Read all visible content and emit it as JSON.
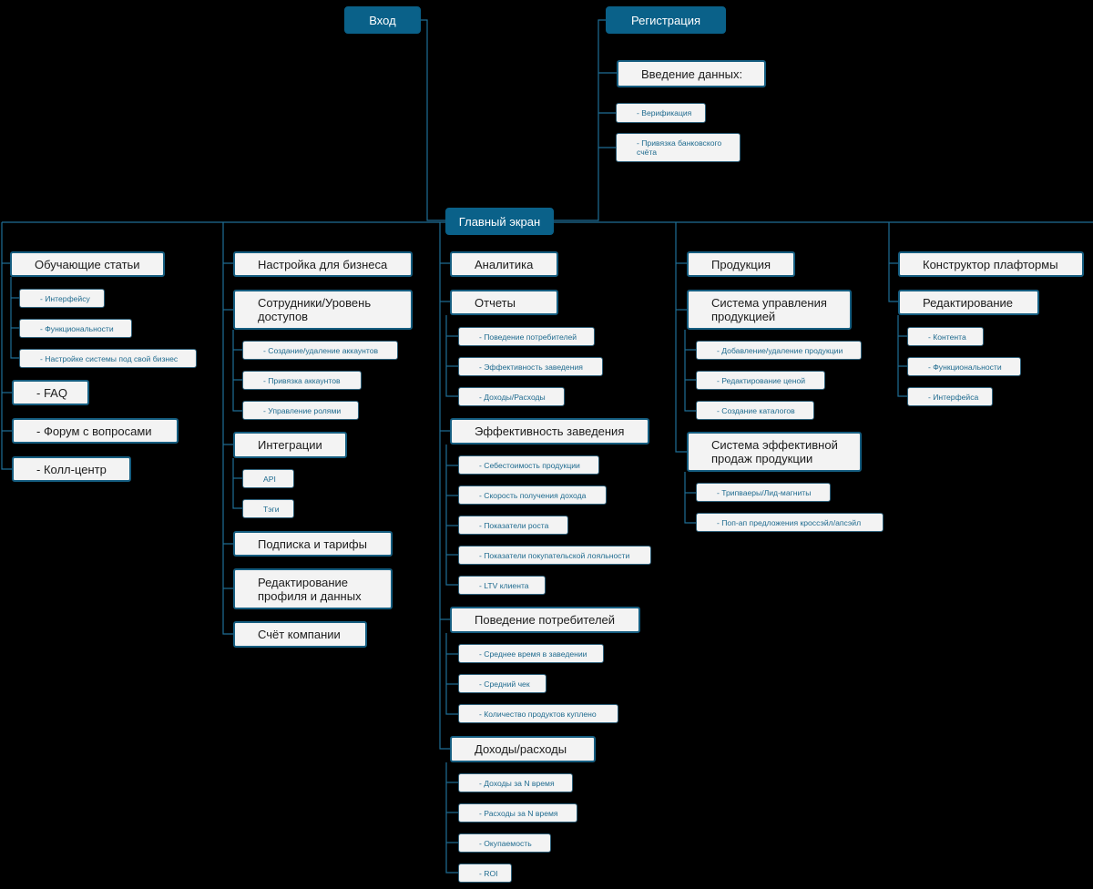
{
  "top": {
    "login": "Вход",
    "register": "Регистрация",
    "main": "Главный экран"
  },
  "registration": {
    "title": "Введение данных:",
    "items": [
      "- Верификация",
      "- Привязка банковского счёта"
    ]
  },
  "columns": {
    "learning": {
      "title": "Обучающие статьи",
      "items": [
        "- Интерфейсу",
        "- Функциональности",
        "- Настройке системы под свой бизнес"
      ],
      "faq": "- FAQ",
      "forum": "- Форум с вопросами",
      "callcenter": "- Колл-центр"
    },
    "business": {
      "title": "Настройка для бизнеса",
      "staff": "Сотрудники/Уровень доступов",
      "staff_items": [
        "- Создание/удаление аккаунтов",
        "- Привязка аккаунтов",
        "- Управление ролями"
      ],
      "integrations": "Интеграции",
      "integration_items": [
        "API",
        "Тэги"
      ],
      "subscription": "Подписка и тарифы",
      "profile": "Редактирование профиля и данных",
      "account": "Счёт компании"
    },
    "analytics": {
      "title": "Аналитика",
      "reports": "Отчеты",
      "report_items": [
        "- Поведение потребителей",
        "- Эффективность заведения",
        "- Доходы/Расходы"
      ],
      "efficiency": "Эффективность заведения",
      "efficiency_items": [
        "- Себестоимость продукции",
        "- Скорость получения дохода",
        "- Показатели роста",
        "- Показатели покупательской лояльности",
        "- LTV клиента"
      ],
      "behavior": "Поведение потребителей",
      "behavior_items": [
        "- Среднее время в заведении",
        "- Средний чек",
        "- Количество продуктов куплено"
      ],
      "income": "Доходы/расходы",
      "income_items": [
        "- Доходы за N время",
        "- Расходы за N время",
        "- Окупаемость",
        "- ROI"
      ]
    },
    "products": {
      "title": "Продукция",
      "management": "Система управления продукцией",
      "management_items": [
        "- Добавление/удаление продукции",
        "- Редактирование ценой",
        "- Создание каталогов"
      ],
      "sales": "Система эффективной продаж продукции",
      "sales_items": [
        "- Трипваеры/Лид-магниты",
        "- Поп-ап предложения кроссэйл/апсэйл"
      ]
    },
    "constructor": {
      "title": "Конструктор плафтормы",
      "editing": "Редактирование",
      "editing_items": [
        "- Контента",
        "- Функциональности",
        "- Интерфейса"
      ]
    }
  },
  "colors": {
    "background": "#000000",
    "connector": "#1f6e95",
    "accent": "#0a6189",
    "node_fill": "#f3f3f3",
    "node_border": "#155d80"
  }
}
